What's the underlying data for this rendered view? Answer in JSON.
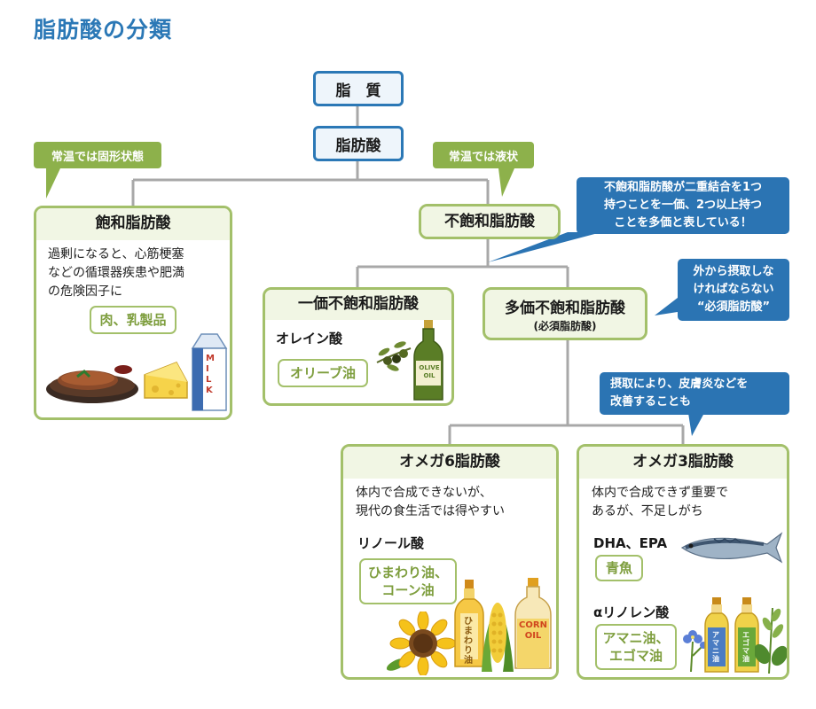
{
  "title": "脂肪酸の分類",
  "top": {
    "lipid": "脂　質",
    "fatty_acid": "脂肪酸"
  },
  "tags": {
    "solid": "常温では固形状態",
    "liquid": "常温では液状"
  },
  "saturated": {
    "title": "飽和脂肪酸",
    "desc": [
      "過剰になると、心筋梗塞",
      "などの循環器疾患や肥満",
      "の危険因子に"
    ],
    "food": "肉、乳製品",
    "milk_label": "MILK"
  },
  "unsaturated": {
    "title": "不飽和脂肪酸"
  },
  "callouts": {
    "double_bond": [
      "不飽和脂肪酸が二重結合を1つ",
      "持つことを一価、2つ以上持つ",
      "ことを多価と表している！"
    ],
    "essential": [
      "外から摂取しな",
      "ければならない",
      "“必須脂肪酸”"
    ],
    "omega3_effect": [
      "摂取により、皮膚炎などを",
      "改善することも"
    ]
  },
  "mono": {
    "title": "一価不飽和脂肪酸",
    "acid": "オレイン酸",
    "food": "オリーブ油",
    "bottle_label_1": "OLIVE",
    "bottle_label_2": "OIL"
  },
  "poly": {
    "title": "多価不飽和脂肪酸",
    "subtitle": "(必須脂肪酸)"
  },
  "omega6": {
    "title": "オメガ6脂肪酸",
    "desc": [
      "体内で合成できないが、",
      "現代の食生活では得やすい"
    ],
    "acid": "リノール酸",
    "food": [
      "ひまわり油、",
      "コーン油"
    ],
    "bottle_sunflower": "ひまわり油",
    "bottle_corn_1": "CORN",
    "bottle_corn_2": "OIL"
  },
  "omega3": {
    "title": "オメガ3脂肪酸",
    "desc": [
      "体内で合成できず重要で",
      "あるが、不足しがち"
    ],
    "acid1": "DHA、EPA",
    "food1": "青魚",
    "acid2": "αリノレン酸",
    "food2": [
      "アマニ油、",
      "エゴマ油"
    ],
    "bottle_amani": "アマニ油",
    "bottle_egoma": "エゴマ油"
  },
  "colors": {
    "blue": "#2b78b6",
    "green_border": "#a3c06a",
    "green_text": "#7e9e3e",
    "tag_green": "#8db14b",
    "line_gray": "#a8a8a8"
  }
}
